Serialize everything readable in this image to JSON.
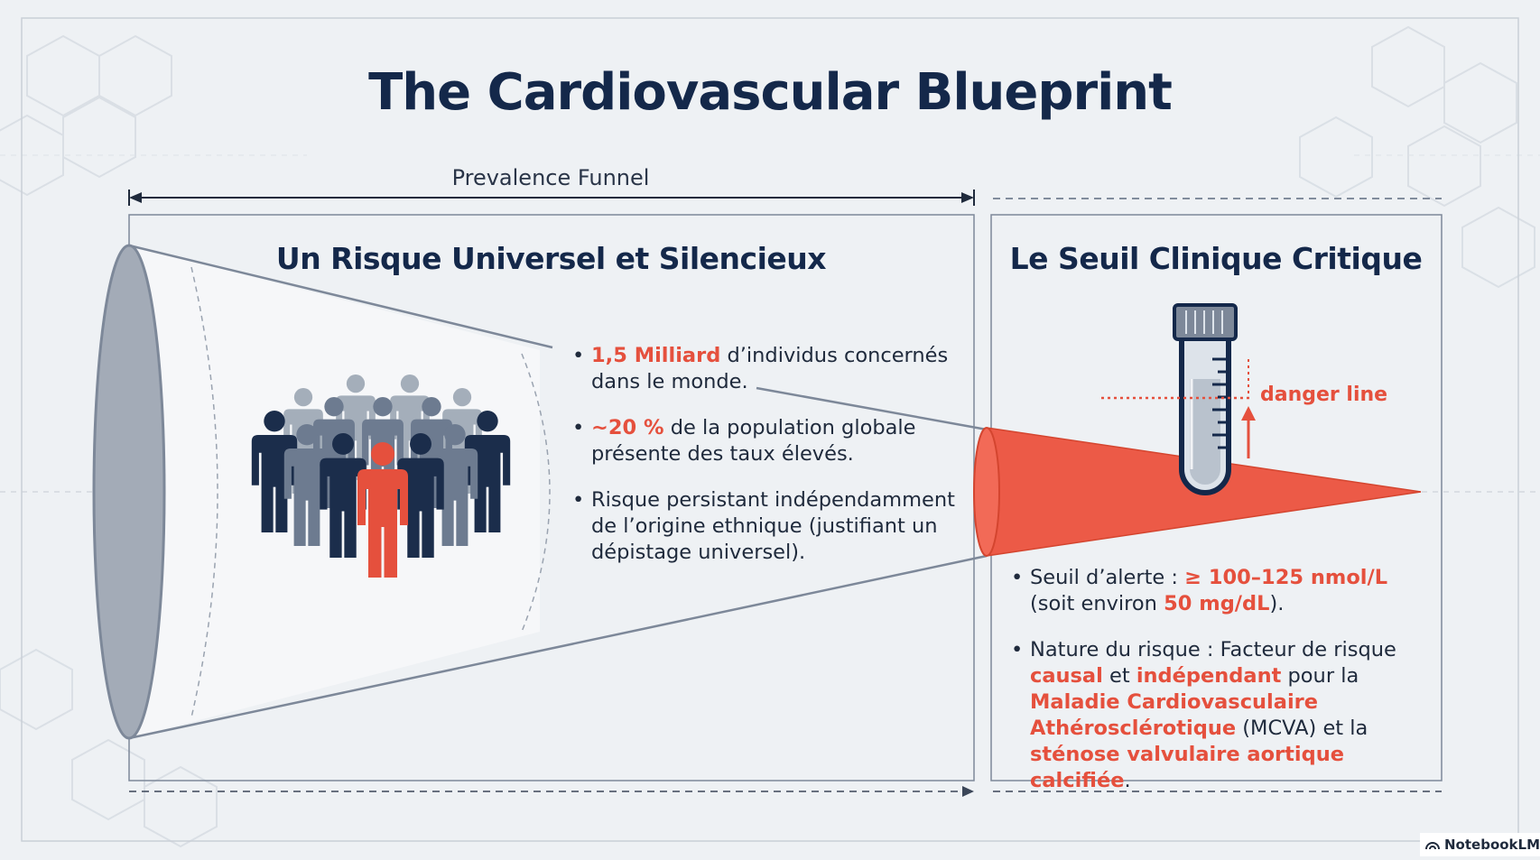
{
  "title": "The Cardiovascular Blueprint",
  "funnel_label": "Prevalence Funnel",
  "left_panel": {
    "title": "Un Risque Universel et Silencieux",
    "bullets": [
      {
        "highlight": "1,5 Milliard",
        "text": " d’individus concernés dans le monde."
      },
      {
        "highlight": "~20 %",
        "text": " de la population globale présente des taux élevés."
      },
      {
        "text": "Risque persistant indépendamment de l’origine ethnique (justifiant un dépistage universel)."
      }
    ]
  },
  "right_panel": {
    "title": "Le Seuil Clinique Critique",
    "danger_label": "danger line",
    "bullet1": {
      "pre": "Seuil d’alerte : ",
      "value1": "≥ 100–125 nmol/L",
      "mid": "(soit environ ",
      "value2": "50 mg/dL",
      "post": ")."
    },
    "bullet2": {
      "t1": "Nature du risque : Facteur de risque ",
      "h1": "causal",
      "t2": " et ",
      "h2": "indépendant",
      "t3": " pour la ",
      "h3": "Maladie Cardiovasculaire Athérosclérotique",
      "t4": " (MCVA) et la ",
      "h4": "sténose valvulaire aortique calcifiée",
      "t5": "."
    }
  },
  "icons": [
    "people-crowd-icon",
    "test-tube-icon",
    "up-arrow-icon"
  ],
  "brand": "NotebookLM",
  "colors": {
    "navy": "#14284a",
    "accent_red": "#e5503d",
    "crowd_dark": "#1b2d4b",
    "crowd_mid": "#6d7b90",
    "crowd_light": "#a4aeba",
    "background": "#eef1f4"
  }
}
